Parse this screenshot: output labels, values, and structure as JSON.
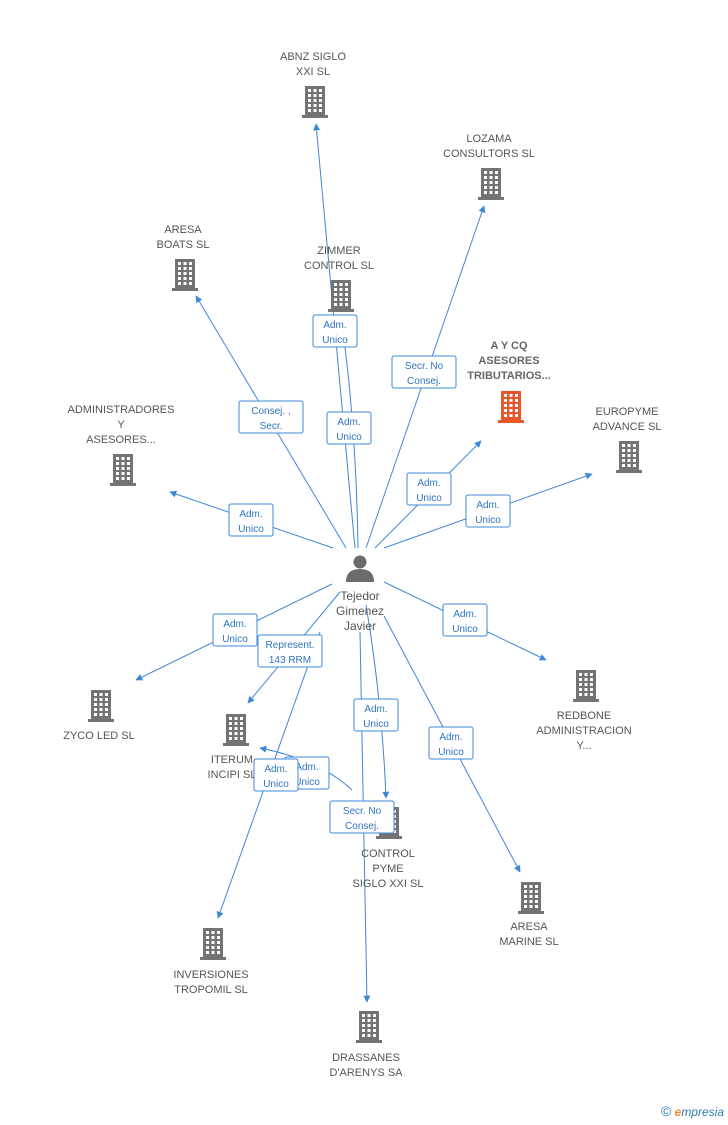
{
  "person": {
    "name": [
      "Tejedor",
      "Gimenez",
      "Javier"
    ]
  },
  "companies": [
    {
      "id": "abnz",
      "label": [
        "ABNZ SIGLO",
        "XXI  SL"
      ],
      "highlight": false
    },
    {
      "id": "lozama",
      "label": [
        "LOZAMA",
        "CONSULTORS SL"
      ],
      "highlight": false
    },
    {
      "id": "aresa-boats",
      "label": [
        "ARESA",
        "BOATS SL"
      ],
      "highlight": false
    },
    {
      "id": "zimmer",
      "label": [
        "ZIMMER",
        "CONTROL  SL"
      ],
      "highlight": false
    },
    {
      "id": "aycq",
      "label": [
        "A Y CQ",
        "ASESORES",
        "TRIBUTARIOS..."
      ],
      "highlight": true
    },
    {
      "id": "administradores",
      "label": [
        "ADMINISTRADORES",
        "Y",
        "ASESORES..."
      ],
      "highlight": false
    },
    {
      "id": "europyme",
      "label": [
        "EUROPYME",
        "ADVANCE SL"
      ],
      "highlight": false
    },
    {
      "id": "zyco",
      "label": [
        "ZYCO LED SL"
      ],
      "highlight": false
    },
    {
      "id": "redbone",
      "label": [
        "REDBONE",
        "ADMINISTRACION",
        "Y..."
      ],
      "highlight": false
    },
    {
      "id": "iterum",
      "label": [
        "ITERUM",
        "INCIPI  SL"
      ],
      "highlight": false
    },
    {
      "id": "control-pyme",
      "label": [
        "CONTROL",
        "PYME",
        "SIGLO XXI  SL"
      ],
      "highlight": false
    },
    {
      "id": "aresa-marine",
      "label": [
        "ARESA",
        "MARINE  SL"
      ],
      "highlight": false
    },
    {
      "id": "inversiones",
      "label": [
        "INVERSIONES",
        "TROPOMIL  SL"
      ],
      "highlight": false
    },
    {
      "id": "drassanes",
      "label": [
        "DRASSANES",
        "D'ARENYS SA"
      ],
      "highlight": false
    }
  ],
  "relations": [
    {
      "to": "abnz",
      "label": [
        "Adm.",
        "Unico"
      ]
    },
    {
      "to": "zimmer",
      "label": [
        "Adm.",
        "Unico"
      ]
    },
    {
      "to": "aresa-boats",
      "label": [
        "Consej. ,",
        "Secr."
      ]
    },
    {
      "to": "lozama",
      "label": [
        "Secr.  No",
        "Consej."
      ]
    },
    {
      "to": "aycq",
      "label": [
        "Adm.",
        "Unico"
      ]
    },
    {
      "to": "europyme",
      "label": [
        "Adm.",
        "Unico"
      ]
    },
    {
      "to": "administradores",
      "label": [
        "Adm.",
        "Unico"
      ]
    },
    {
      "to": "zyco",
      "label": [
        "Adm.",
        "Unico"
      ]
    },
    {
      "to": "iterum",
      "label": [
        "Represent.",
        "143 RRM"
      ]
    },
    {
      "to": "redbone",
      "label": [
        "Adm.",
        "Unico"
      ]
    },
    {
      "to": "control-pyme",
      "label": [
        "Adm.",
        "Unico"
      ]
    },
    {
      "to": "aresa-marine",
      "label": [
        "Adm.",
        "Unico"
      ]
    },
    {
      "to": "iterum",
      "label": [
        "Adm.",
        "Unico"
      ]
    },
    {
      "to": "inversiones",
      "label": [
        "Adm.",
        "Unico"
      ]
    },
    {
      "to": "drassanes",
      "label": [
        "Secr.  No",
        "Consej."
      ]
    }
  ],
  "colors": {
    "edge": "#3d87d8",
    "building": "#737373",
    "highlight": "#e8572a",
    "person": "#6b6b6b"
  },
  "watermark": {
    "copyright": "©",
    "brand_initial": "e",
    "brand_rest": "mpresia"
  }
}
